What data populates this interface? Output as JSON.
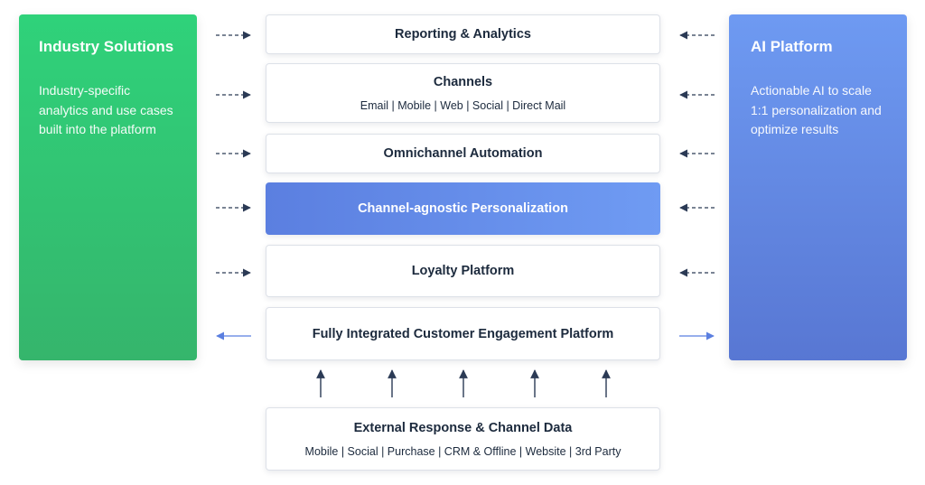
{
  "left_panel": {
    "title": "Industry Solutions",
    "description": "Industry-specific analytics and use cases built into the platform"
  },
  "right_panel": {
    "title": "AI Platform",
    "description": "Actionable AI to scale 1:1 personalization and optimize results"
  },
  "stack": {
    "reporting": {
      "title": "Reporting & Analytics"
    },
    "channels": {
      "title": "Channels",
      "subtitle": "Email | Mobile | Web | Social | Direct Mail"
    },
    "automation": {
      "title": "Omnichannel Automation"
    },
    "personalization": {
      "title": "Channel-agnostic Personalization"
    },
    "loyalty": {
      "title": "Loyalty Platform"
    },
    "engagement": {
      "title": "Fully Integrated Customer Engagement Platform"
    }
  },
  "external": {
    "title": "External Response & Channel Data",
    "subtitle": "Mobile | Social | Purchase | CRM & Offline | Website | 3rd Party"
  },
  "colors": {
    "green": "#34c373",
    "blue": "#6688e6",
    "dark_text": "#1c2a3d",
    "arrow_dark": "#2b3a55",
    "arrow_blue": "#5b7fe0"
  }
}
